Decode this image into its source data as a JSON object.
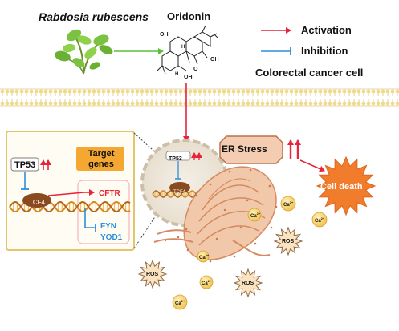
{
  "figure": {
    "plant_name": "Rabdosia rubescens",
    "compound_name": "Oridonin",
    "legend": {
      "activation": "Activation",
      "inhibition": "Inhibition",
      "cell_type": "Colorectal cancer cell",
      "activation_color": "#e8233a",
      "inhibition_color": "#2f8fd8"
    },
    "structure_labels": {
      "oh_top_left": "OH",
      "oh_right": "OH",
      "oh_bottom": "OH",
      "o": "O",
      "h1": "H",
      "h2": "H"
    },
    "inset": {
      "tp53": "TP53",
      "target_genes": "Target genes",
      "tcf4": "TCF4",
      "genes_up": [
        "CFTR"
      ],
      "genes_down": [
        "FYN",
        "YOD1"
      ]
    },
    "nucleus": {
      "tp53": "TP53",
      "tcf4": "TCF4"
    },
    "er_stress": "ER Stress",
    "cell_death": "Cell death",
    "ros": "ROS",
    "ca_base": "Ca",
    "ca_sup": "2+"
  }
}
